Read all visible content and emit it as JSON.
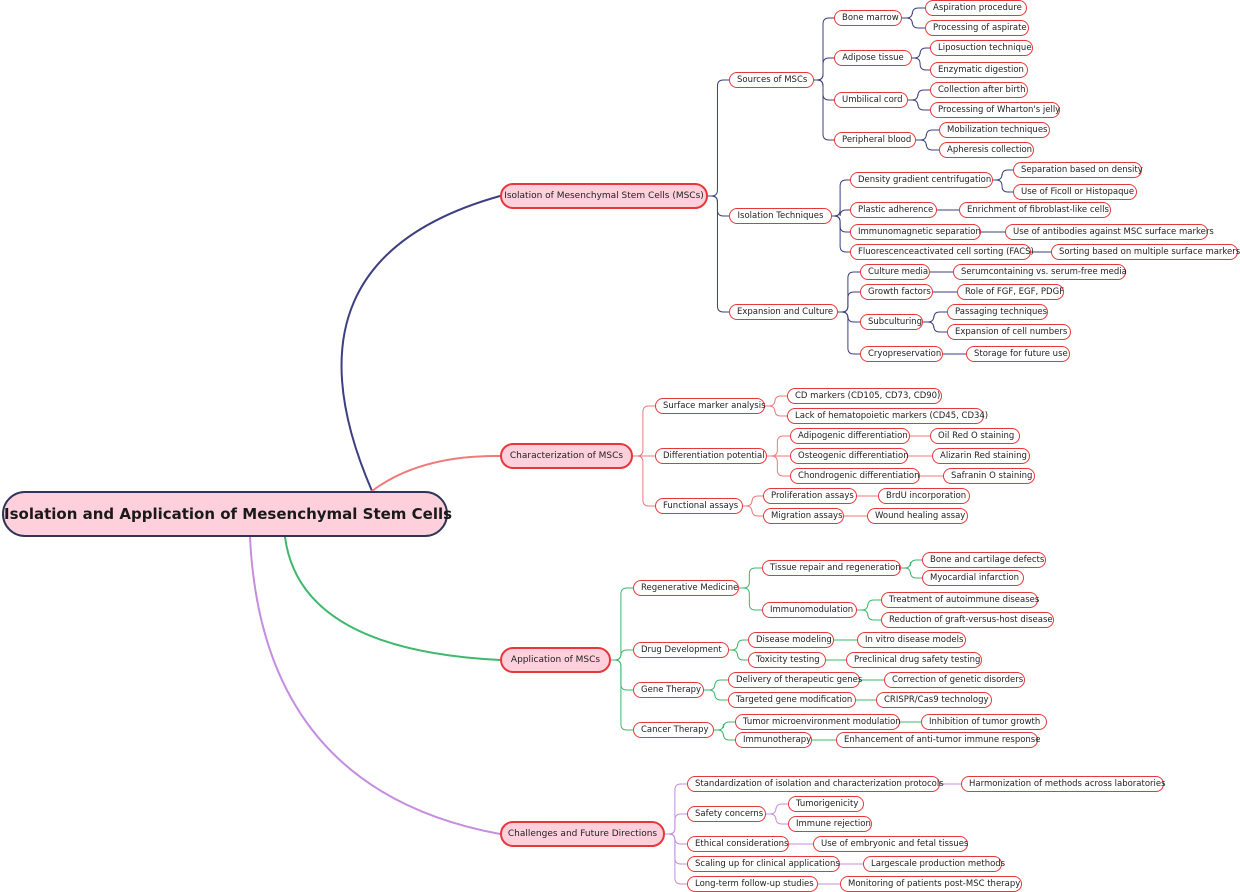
{
  "root": {
    "label": "Isolation and Application of Mesenchymal Stem Cells"
  },
  "branches": [
    {
      "label": "Isolation of Mesenchymal Stem Cells (MSCs)",
      "color": "#3d3f80",
      "children": [
        {
          "label": "Sources of MSCs",
          "children": [
            {
              "label": "Bone marrow",
              "children": [
                {
                  "label": "Aspiration procedure"
                },
                {
                  "label": "Processing of aspirate"
                }
              ]
            },
            {
              "label": "Adipose tissue",
              "children": [
                {
                  "label": "Liposuction technique"
                },
                {
                  "label": "Enzymatic digestion"
                }
              ]
            },
            {
              "label": "Umbilical cord",
              "children": [
                {
                  "label": "Collection after birth"
                },
                {
                  "label": "Processing of Wharton's jelly"
                }
              ]
            },
            {
              "label": "Peripheral blood",
              "children": [
                {
                  "label": "Mobilization techniques"
                },
                {
                  "label": "Apheresis collection"
                }
              ]
            }
          ]
        },
        {
          "label": "Isolation Techniques",
          "children": [
            {
              "label": "Density gradient centrifugation",
              "children": [
                {
                  "label": "Separation based on density"
                },
                {
                  "label": "Use of Ficoll or Histopaque"
                }
              ]
            },
            {
              "label": "Plastic adherence",
              "children": [
                {
                  "label": "Enrichment of fibroblast-like cells"
                }
              ]
            },
            {
              "label": "Immunomagnetic separation",
              "children": [
                {
                  "label": "Use of antibodies against MSC surface markers"
                }
              ]
            },
            {
              "label": "Fluorescenceactivated cell sorting (FACS)",
              "children": [
                {
                  "label": "Sorting based on multiple surface markers"
                }
              ]
            }
          ]
        },
        {
          "label": "Expansion and Culture",
          "children": [
            {
              "label": "Culture media",
              "children": [
                {
                  "label": "Serumcontaining vs. serum-free media"
                }
              ]
            },
            {
              "label": "Growth factors",
              "children": [
                {
                  "label": "Role of FGF, EGF, PDGF"
                }
              ]
            },
            {
              "label": "Subculturing",
              "children": [
                {
                  "label": "Passaging techniques"
                },
                {
                  "label": "Expansion of cell numbers"
                }
              ]
            },
            {
              "label": "Cryopreservation",
              "children": [
                {
                  "label": "Storage for future use"
                }
              ]
            }
          ]
        }
      ]
    },
    {
      "label": "Characterization of MSCs",
      "color": "#f07a7a",
      "children": [
        {
          "label": "Surface marker analysis",
          "children": [
            {
              "label": "CD markers (CD105, CD73, CD90)"
            },
            {
              "label": "Lack of hematopoietic markers (CD45, CD34)"
            }
          ]
        },
        {
          "label": "Differentiation potential",
          "children": [
            {
              "label": "Adipogenic differentiation",
              "children": [
                {
                  "label": "Oil Red O staining"
                }
              ]
            },
            {
              "label": "Osteogenic differentiation",
              "children": [
                {
                  "label": "Alizarin Red staining"
                }
              ]
            },
            {
              "label": "Chondrogenic differentiation",
              "children": [
                {
                  "label": "Safranin O staining"
                }
              ]
            }
          ]
        },
        {
          "label": "Functional assays",
          "children": [
            {
              "label": "Proliferation assays",
              "children": [
                {
                  "label": "BrdU incorporation"
                }
              ]
            },
            {
              "label": "Migration assays",
              "children": [
                {
                  "label": "Wound healing assay"
                }
              ]
            }
          ]
        }
      ]
    },
    {
      "label": "Application of MSCs",
      "color": "#3fb86e",
      "children": [
        {
          "label": "Regenerative Medicine",
          "children": [
            {
              "label": "Tissue repair and regeneration",
              "children": [
                {
                  "label": "Bone and cartilage defects"
                },
                {
                  "label": "Myocardial infarction"
                }
              ]
            },
            {
              "label": "Immunomodulation",
              "children": [
                {
                  "label": "Treatment of autoimmune diseases"
                },
                {
                  "label": "Reduction of graft-versus-host disease"
                }
              ]
            }
          ]
        },
        {
          "label": "Drug Development",
          "children": [
            {
              "label": "Disease modeling",
              "children": [
                {
                  "label": "In vitro disease models"
                }
              ]
            },
            {
              "label": "Toxicity testing",
              "children": [
                {
                  "label": "Preclinical drug safety testing"
                }
              ]
            }
          ]
        },
        {
          "label": "Gene Therapy",
          "children": [
            {
              "label": "Delivery of therapeutic genes",
              "children": [
                {
                  "label": "Correction of genetic disorders"
                }
              ]
            },
            {
              "label": "Targeted gene modification",
              "children": [
                {
                  "label": "CRISPR/Cas9 technology"
                }
              ]
            }
          ]
        },
        {
          "label": "Cancer Therapy",
          "children": [
            {
              "label": "Tumor microenvironment modulation",
              "children": [
                {
                  "label": "Inhibition of tumor growth"
                }
              ]
            },
            {
              "label": "Immunotherapy",
              "children": [
                {
                  "label": "Enhancement of anti-tumor immune response"
                }
              ]
            }
          ]
        }
      ]
    },
    {
      "label": "Challenges and Future Directions",
      "color": "#c58ee0",
      "children": [
        {
          "label": "Standardization of isolation and characterization protocols",
          "children": [
            {
              "label": "Harmonization of methods across laboratories"
            }
          ]
        },
        {
          "label": "Safety concerns",
          "children": [
            {
              "label": "Tumorigenicity"
            },
            {
              "label": "Immune rejection"
            }
          ]
        },
        {
          "label": "Ethical considerations",
          "children": [
            {
              "label": "Use of embryonic and fetal tissues"
            }
          ]
        },
        {
          "label": "Scaling up for clinical applications",
          "children": [
            {
              "label": "Largescale production methods"
            }
          ]
        },
        {
          "label": "Long-term follow-up studies",
          "children": [
            {
              "label": "Monitoring of patients post-MSC therapy"
            }
          ]
        }
      ]
    }
  ]
}
